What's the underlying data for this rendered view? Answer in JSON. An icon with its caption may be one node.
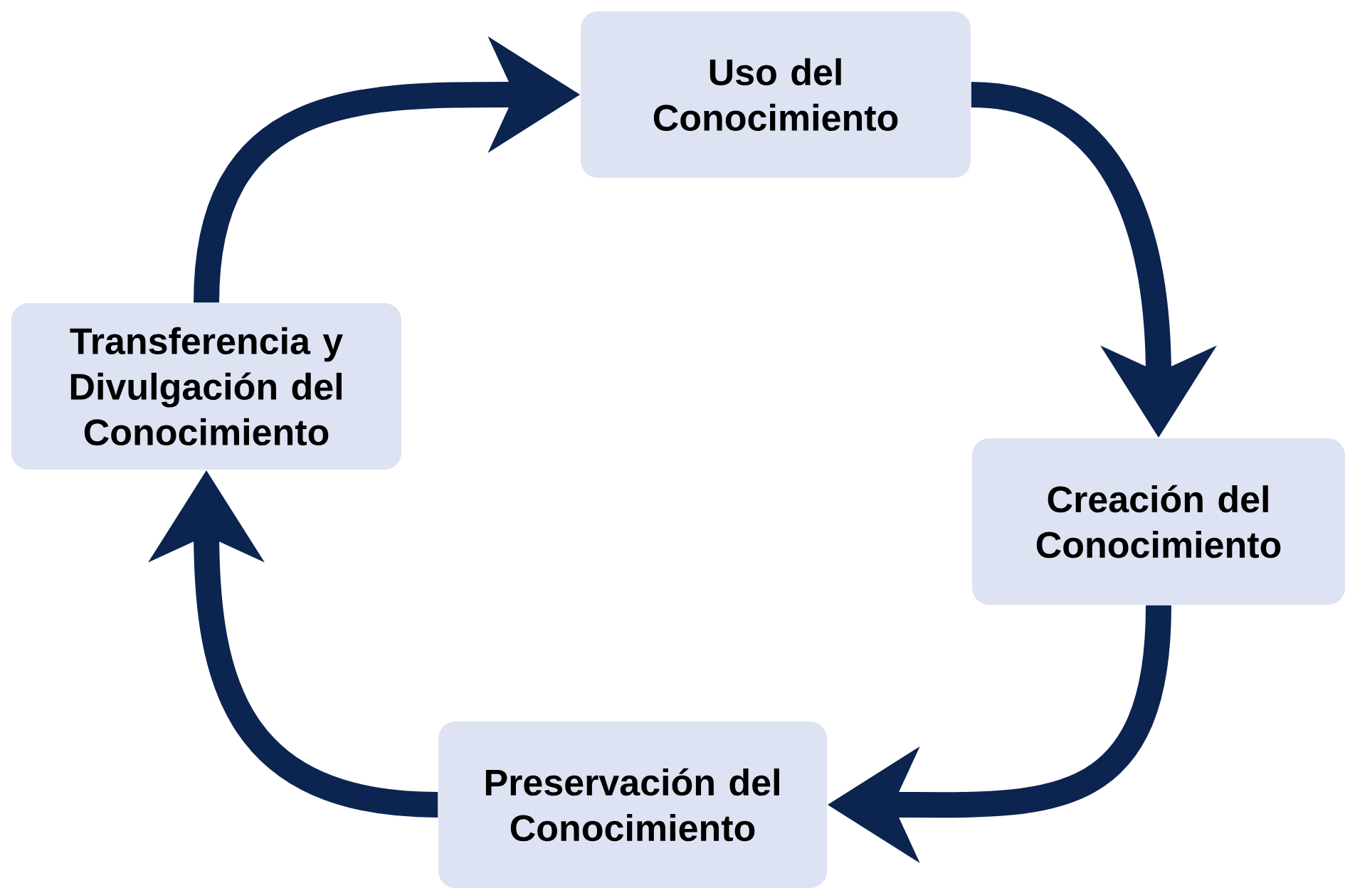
{
  "diagram": {
    "nodes": [
      {
        "text": [
          "Uso del Conocimiento"
        ]
      },
      {
        "text": [
          "Creación del Conocimiento"
        ]
      },
      {
        "text": [
          "Preservación del Conocimiento"
        ]
      },
      {
        "text": [
          "Transferencia y Divulgación del Conocimiento"
        ]
      }
    ],
    "edges": [
      {
        "from": 0,
        "to": 1,
        "arrow": "to"
      },
      {
        "from": 1,
        "to": 2,
        "arrow": "to"
      },
      {
        "from": 2,
        "to": 3,
        "arrow": "to"
      },
      {
        "from": 3,
        "to": 0,
        "arrow": "to"
      }
    ]
  }
}
